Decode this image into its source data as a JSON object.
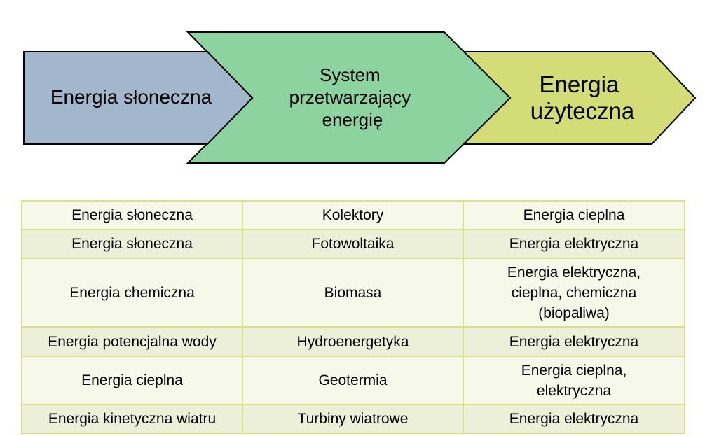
{
  "flow": {
    "source_label": "Energia słoneczna",
    "system_lines": [
      "System",
      "przetwarzający",
      "energię"
    ],
    "output_lines": [
      "Energia",
      "użyteczna"
    ],
    "colors": {
      "source_fill": "#a2b6cc",
      "system_fill": "#8dd39f",
      "output_fill": "#d4dc78",
      "stroke": "#000000"
    }
  },
  "table": {
    "border_color": "#d8e08a",
    "rows": [
      [
        "Energia słoneczna",
        "Kolektory",
        "Energia cieplna"
      ],
      [
        "Energia słoneczna",
        "Fotowoltaika",
        "Energia elektryczna"
      ],
      [
        "Energia chemiczna",
        "Biomasa",
        "Energia elektryczna,\ncieplna, chemiczna\n(biopaliwa)"
      ],
      [
        "Energia potencjalna wody",
        "Hydroenergetyka",
        "Energia elektryczna"
      ],
      [
        "Energia cieplna",
        "Geotermia",
        "Energia cieplna,\nelektryczna"
      ],
      [
        "Energia kinetyczna wiatru",
        "Turbiny wiatrowe",
        "Energia elektryczna"
      ]
    ]
  }
}
